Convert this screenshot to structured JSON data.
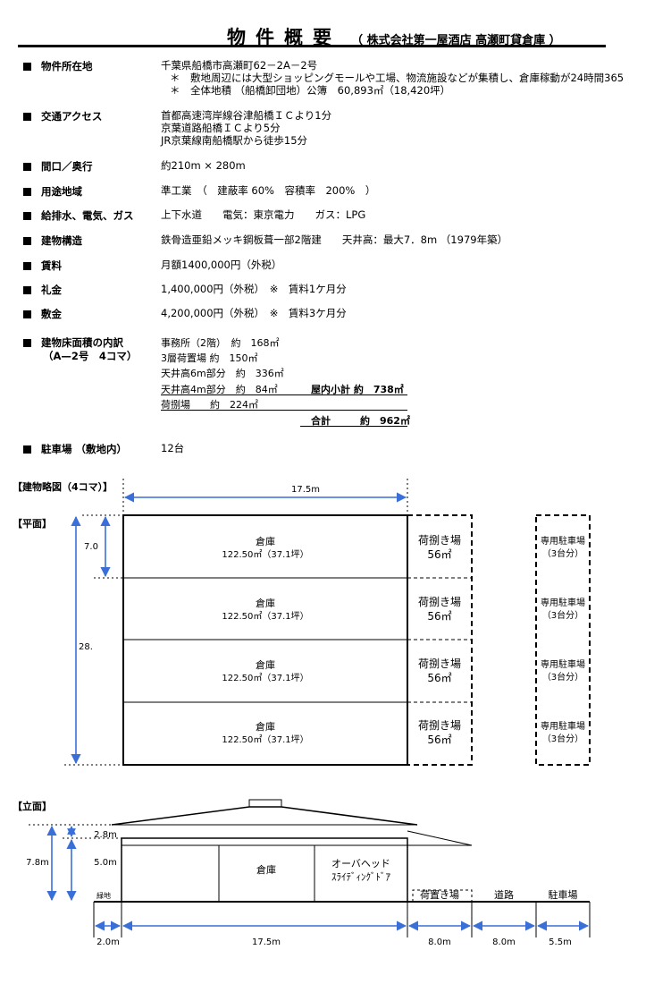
{
  "header": {
    "title": "物件概要",
    "subtitle": "（ 株式会社第一屋酒店 高瀬町貸倉庫 ）"
  },
  "summary": [
    {
      "label": "物件所在地",
      "lines": [
        "千葉県船橋市高瀬町62－2A－2号"
      ]
    },
    {
      "label": "交通アクセス",
      "lines": [
        "首都高速湾岸線谷津船橋ＩＣより1分",
        "京葉道路船橋ＩＣより5分",
        "JR京葉線南船橋駅から徒歩15分"
      ]
    },
    {
      "label": "間口／奥行",
      "lines": [
        "約210m × 280m"
      ]
    },
    {
      "label": "用途地域",
      "lines": [
        "準工業　（　建蔽率 60%　容積率　200%　）"
      ]
    },
    {
      "label": "給排水、電気、ガス",
      "lines": [
        "上下水道　　電気：東京電力　　ガス：LPG"
      ]
    },
    {
      "label": "建物構造",
      "lines": [
        "鉄骨造亜鉛メッキ鋼板葺一部2階建　　天井高：最大7．8m （1979年築）"
      ]
    },
    {
      "label": "賃料",
      "lines": [
        "月額1400,000円（外税）"
      ]
    },
    {
      "label": "礼金",
      "lines": [
        "1,400,000円（外税）　※　賃料1ケ月分"
      ]
    },
    {
      "label": "敷金",
      "lines": [
        "4,200,000円（外税）　※　賃料3ケ月分"
      ]
    }
  ],
  "notes": [
    "＊　敷地周辺には大型ショッピングモールや工場、物流施設などが集積し、倉庫稼動が24時間365",
    "＊　全体地積 （船橋卸団地）公簿　60,893㎡（18,420坪）"
  ],
  "floor_breakdown": {
    "label": "建物床面積の内訳",
    "sublabel": "（A—2号　4コマ）",
    "lines": [
      "事務所（2階）　約　168㎡",
      "3層荷置場 約　150㎡",
      "天井高6m部分　約　336㎡",
      "天井高4m部分　約　84㎡",
      "荷捌場　　約　224㎡"
    ],
    "subtotal_label": "屋内小計 約　738㎡",
    "total_label": "合計",
    "total_value": "約　962㎡"
  },
  "parking": {
    "label": "駐車場 （敷地内）",
    "value": "12台"
  },
  "diagram": {
    "section_title": "【建物略図（4コマ）】",
    "plan_title": "【平面】",
    "elevation_title": "【立面】",
    "width_dim": "17.5m",
    "unit_depth_dim": "7.0",
    "total_depth_dim": "28.",
    "warehouse_name": "倉庫",
    "warehouse_area": "122.50㎡（37.1坪）",
    "loading_name": "荷捌き場",
    "loading_area": "56㎡",
    "parking_name": "専用駐車場",
    "parking_capacity": "（3台分）",
    "elev_upper_dim": "2.8m",
    "elev_lower_dim": "5.0m",
    "elev_total_dim": "7.8m",
    "elev_green": "緑地",
    "elev_warehouse": "倉庫",
    "elev_door_line1": "オーバヘッド",
    "elev_door_line2": "ｽﾗｲﾃﾞｨﾝｸﾞﾄﾞｱ",
    "elev_loading": "荷置き場",
    "elev_road": "道路",
    "elev_parking": "駐車場",
    "dim_green": "2.0m",
    "dim_building": "17.5m",
    "dim_loading": "8.0m",
    "dim_road": "8.0m",
    "dim_parking": "5.5m"
  },
  "colors": {
    "accent_dimension": "#3a6fd8",
    "text": "#000000"
  }
}
